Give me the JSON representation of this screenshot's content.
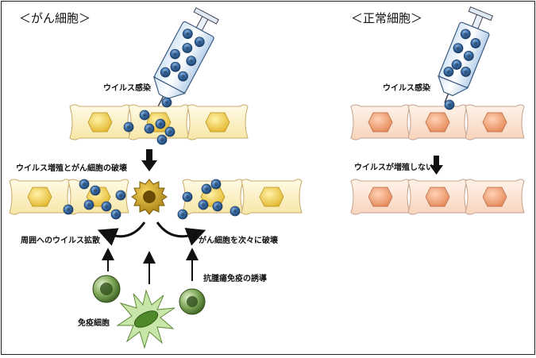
{
  "headings": {
    "cancer": "＜がん細胞＞",
    "normal": "＜正常細胞＞"
  },
  "cancer_panel": {
    "infection": "ウイルス感染",
    "replication": "ウイルス増殖とがん細胞の破壊",
    "spread": "周囲へのウイルス拡散",
    "destroy_next": "がん細胞を次々に破壊",
    "immunity_induction": "抗腫瘍免疫の誘導",
    "immune_cells": "免疫細胞"
  },
  "normal_panel": {
    "infection": "ウイルス感染",
    "no_replication": "ウイルスが増殖しない"
  },
  "colors": {
    "cancer_cell_fill": "#fdf4c9",
    "cancer_nucleus": "#f2cf55",
    "normal_cell_fill": "#fbe4d3",
    "normal_nucleus": "#f2a36f",
    "virus": "#2f5f95",
    "immune_cell": "#5f8a3a",
    "dying_cell": "#caa21a"
  },
  "icons": [
    "syringe-icon",
    "virus-particle-icon",
    "immune-cell-icon",
    "dendritic-cell-icon",
    "down-arrow-icon",
    "curved-arrow-icon"
  ]
}
